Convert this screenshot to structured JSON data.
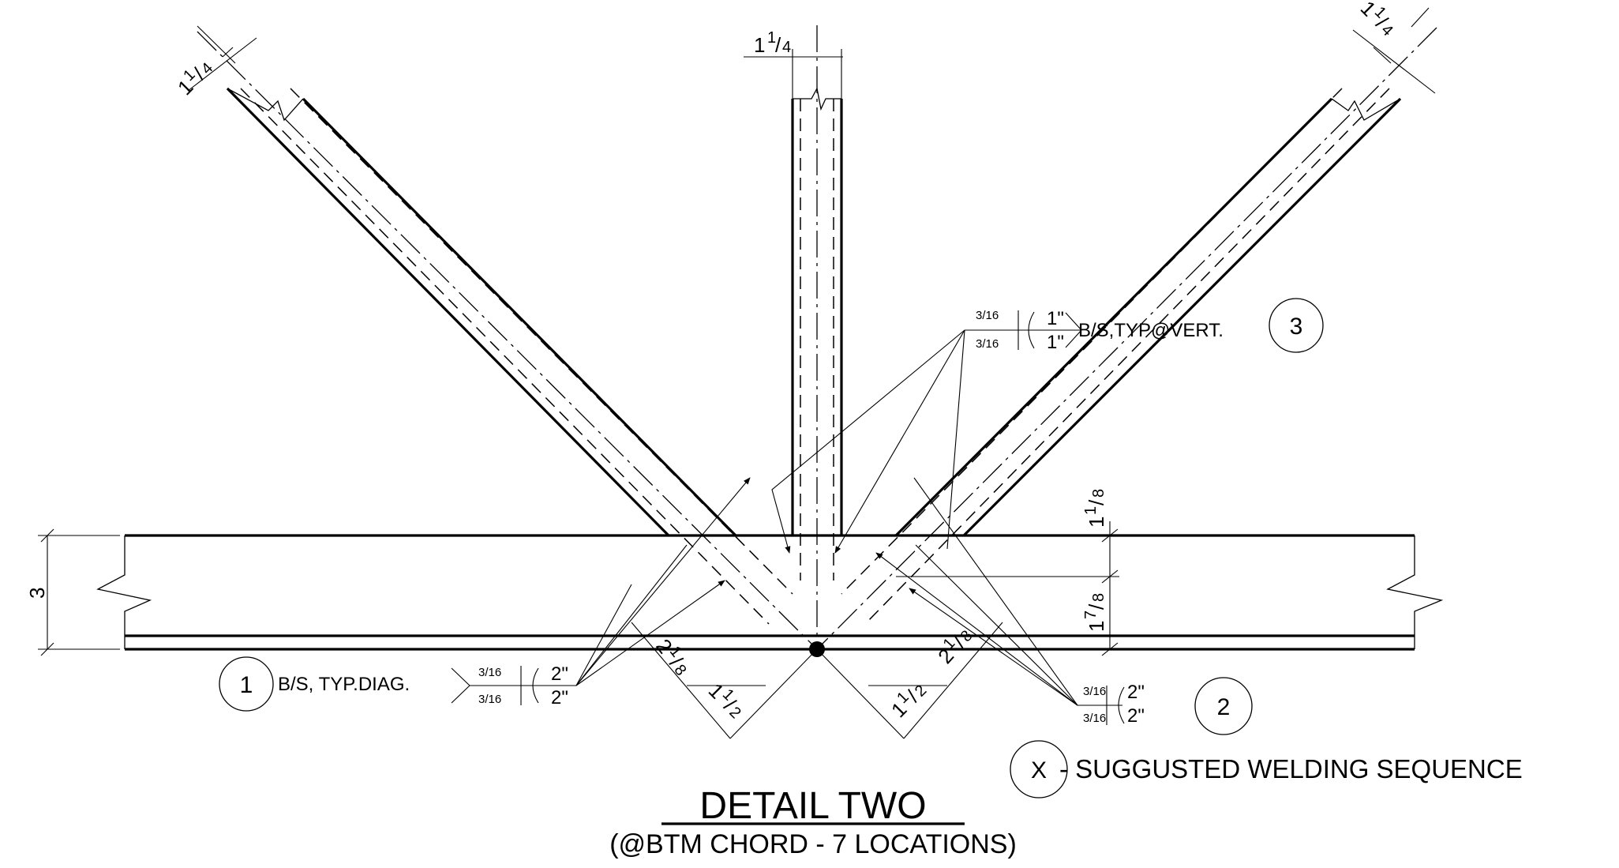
{
  "title": "DETAIL TWO",
  "subtitle": "(@BTM CHORD - 7 LOCATIONS)",
  "legend": {
    "symbol": "X",
    "text": "- SUGGUSTED WELDING SEQUENCE"
  },
  "callouts": {
    "weld_1": {
      "number": "1",
      "note": "B/S, TYP.DIAG.",
      "size_top": "3/16",
      "size_bottom": "3/16",
      "length_top": "2\"",
      "length_bottom": "2\""
    },
    "weld_2": {
      "number": "2",
      "size_top": "3/16",
      "size_bottom": "3/16",
      "length_top": "2\"",
      "length_bottom": "2\""
    },
    "weld_3": {
      "number": "3",
      "note": "B/S,TYP@VERT.",
      "size_top": "3/16",
      "size_bottom": "3/16",
      "length_top": "1\"",
      "length_bottom": "1\""
    }
  },
  "dimensions": {
    "left_diagonal_width": {
      "whole": "1",
      "num": "1",
      "den": "4"
    },
    "vertical_width": {
      "whole": "1",
      "num": "1",
      "den": "4"
    },
    "right_diagonal_width": {
      "whole": "1",
      "num": "1",
      "den": "4"
    },
    "chord_depth": "3",
    "top_plate": {
      "whole": "1",
      "num": "1",
      "den": "8"
    },
    "web_depth": {
      "whole": "1",
      "num": "7",
      "den": "8"
    },
    "left_weld_length": {
      "whole": "2",
      "num": "1",
      "den": "8"
    },
    "right_weld_length": {
      "whole": "2",
      "num": "1",
      "den": "8"
    },
    "left_offset": {
      "whole": "1",
      "num": "1",
      "den": "2"
    },
    "right_offset": {
      "whole": "1",
      "num": "1",
      "den": "2"
    }
  }
}
